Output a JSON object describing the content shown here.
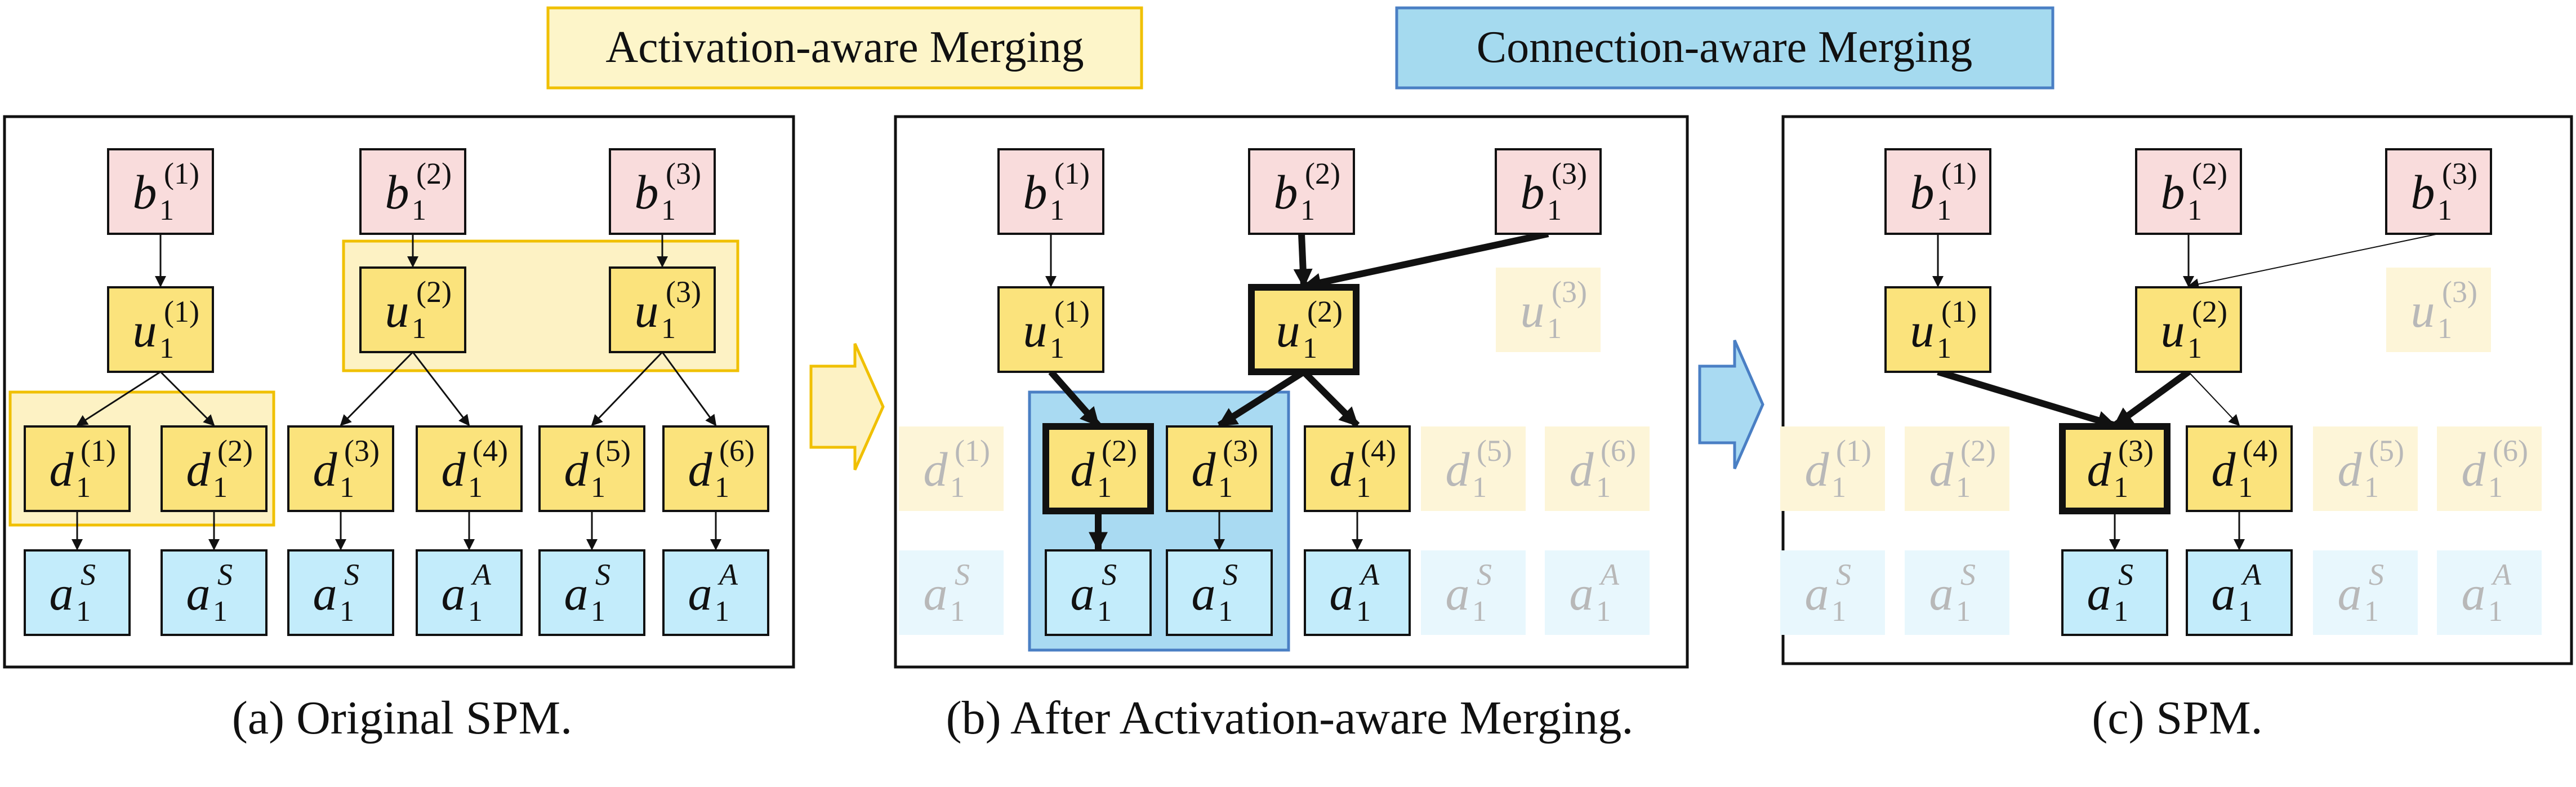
{
  "headers": {
    "activation": "Activation-aware Merging",
    "connection": "Connection-aware Merging"
  },
  "captions": {
    "a": "(a) Original SPM.",
    "b": "(b) After Activation-aware Merging.",
    "c": "(c) SPM."
  },
  "colors": {
    "b_fill": "#f9dcdc",
    "u_fill": "#fbe37c",
    "a_fill": "#c3ecfb",
    "group_yellow": "#fdf2c4",
    "group_yellow_stroke": "#f0c000",
    "group_blue": "#a9daf2",
    "group_blue_stroke": "#4a7fc4",
    "header_yellow": "#fdf5c9",
    "header_blue": "#a5daef",
    "faded_text": "#b8b8b8"
  },
  "panels": [
    {
      "id": "a",
      "nodes": [
        {
          "id": "b1",
          "t": "b",
          "sup": "(1)",
          "s": "normal"
        },
        {
          "id": "b2",
          "t": "b",
          "sup": "(2)",
          "s": "normal"
        },
        {
          "id": "b3",
          "t": "b",
          "sup": "(3)",
          "s": "normal"
        },
        {
          "id": "u1",
          "t": "u",
          "sup": "(1)",
          "s": "normal"
        },
        {
          "id": "u2",
          "t": "u",
          "sup": "(2)",
          "s": "normal"
        },
        {
          "id": "u3",
          "t": "u",
          "sup": "(3)",
          "s": "normal"
        },
        {
          "id": "d1",
          "t": "d",
          "sup": "(1)",
          "s": "normal"
        },
        {
          "id": "d2",
          "t": "d",
          "sup": "(2)",
          "s": "normal"
        },
        {
          "id": "d3",
          "t": "d",
          "sup": "(3)",
          "s": "normal"
        },
        {
          "id": "d4",
          "t": "d",
          "sup": "(4)",
          "s": "normal"
        },
        {
          "id": "d5",
          "t": "d",
          "sup": "(5)",
          "s": "normal"
        },
        {
          "id": "d6",
          "t": "d",
          "sup": "(6)",
          "s": "normal"
        },
        {
          "id": "a1",
          "t": "a",
          "sup": "S",
          "s": "normal"
        },
        {
          "id": "a2",
          "t": "a",
          "sup": "S",
          "s": "normal"
        },
        {
          "id": "a3",
          "t": "a",
          "sup": "S",
          "s": "normal"
        },
        {
          "id": "a4",
          "t": "a",
          "sup": "A",
          "s": "normal"
        },
        {
          "id": "a5",
          "t": "a",
          "sup": "S",
          "s": "normal"
        },
        {
          "id": "a6",
          "t": "a",
          "sup": "A",
          "s": "normal"
        }
      ],
      "edges": [
        [
          "b1",
          "u1",
          "n"
        ],
        [
          "b2",
          "u2",
          "n"
        ],
        [
          "b3",
          "u3",
          "n"
        ],
        [
          "u1",
          "d1",
          "n"
        ],
        [
          "u1",
          "d2",
          "n"
        ],
        [
          "u2",
          "d3",
          "n"
        ],
        [
          "u2",
          "d4",
          "n"
        ],
        [
          "u3",
          "d5",
          "n"
        ],
        [
          "u3",
          "d6",
          "n"
        ],
        [
          "d1",
          "a1",
          "n"
        ],
        [
          "d2",
          "a2",
          "n"
        ],
        [
          "d3",
          "a3",
          "n"
        ],
        [
          "d4",
          "a4",
          "n"
        ],
        [
          "d5",
          "a5",
          "n"
        ],
        [
          "d6",
          "a6",
          "n"
        ]
      ]
    },
    {
      "id": "b",
      "nodes": [
        {
          "id": "b1",
          "t": "b",
          "sup": "(1)",
          "s": "normal"
        },
        {
          "id": "b2",
          "t": "b",
          "sup": "(2)",
          "s": "normal"
        },
        {
          "id": "b3",
          "t": "b",
          "sup": "(3)",
          "s": "normal"
        },
        {
          "id": "u1",
          "t": "u",
          "sup": "(1)",
          "s": "normal"
        },
        {
          "id": "u2",
          "t": "u",
          "sup": "(2)",
          "s": "bold"
        },
        {
          "id": "u3",
          "t": "u",
          "sup": "(3)",
          "s": "faded"
        },
        {
          "id": "d1",
          "t": "d",
          "sup": "(1)",
          "s": "faded"
        },
        {
          "id": "d2",
          "t": "d",
          "sup": "(2)",
          "s": "bold"
        },
        {
          "id": "d3",
          "t": "d",
          "sup": "(3)",
          "s": "normal"
        },
        {
          "id": "d4",
          "t": "d",
          "sup": "(4)",
          "s": "normal"
        },
        {
          "id": "d5",
          "t": "d",
          "sup": "(5)",
          "s": "faded"
        },
        {
          "id": "d6",
          "t": "d",
          "sup": "(6)",
          "s": "faded"
        },
        {
          "id": "a1",
          "t": "a",
          "sup": "S",
          "s": "faded"
        },
        {
          "id": "a2",
          "t": "a",
          "sup": "S",
          "s": "normal"
        },
        {
          "id": "a3",
          "t": "a",
          "sup": "S",
          "s": "normal"
        },
        {
          "id": "a4",
          "t": "a",
          "sup": "A",
          "s": "normal"
        },
        {
          "id": "a5",
          "t": "a",
          "sup": "S",
          "s": "faded"
        },
        {
          "id": "a6",
          "t": "a",
          "sup": "A",
          "s": "faded"
        }
      ],
      "edges": [
        [
          "b1",
          "u1",
          "n"
        ],
        [
          "b2",
          "u2",
          "b"
        ],
        [
          "b3",
          "u2",
          "b"
        ],
        [
          "u1",
          "d2",
          "b"
        ],
        [
          "u2",
          "d3",
          "b"
        ],
        [
          "u2",
          "d4",
          "b"
        ],
        [
          "d2",
          "a2",
          "b"
        ],
        [
          "d3",
          "a3",
          "n"
        ],
        [
          "d4",
          "a4",
          "n"
        ]
      ]
    },
    {
      "id": "c",
      "nodes": [
        {
          "id": "b1",
          "t": "b",
          "sup": "(1)",
          "s": "normal"
        },
        {
          "id": "b2",
          "t": "b",
          "sup": "(2)",
          "s": "normal"
        },
        {
          "id": "b3",
          "t": "b",
          "sup": "(3)",
          "s": "normal"
        },
        {
          "id": "u1",
          "t": "u",
          "sup": "(1)",
          "s": "normal"
        },
        {
          "id": "u2",
          "t": "u",
          "sup": "(2)",
          "s": "normal"
        },
        {
          "id": "u3",
          "t": "u",
          "sup": "(3)",
          "s": "faded"
        },
        {
          "id": "d1",
          "t": "d",
          "sup": "(1)",
          "s": "faded"
        },
        {
          "id": "d2",
          "t": "d",
          "sup": "(2)",
          "s": "faded"
        },
        {
          "id": "d3",
          "t": "d",
          "sup": "(3)",
          "s": "bold"
        },
        {
          "id": "d4",
          "t": "d",
          "sup": "(4)",
          "s": "normal"
        },
        {
          "id": "d5",
          "t": "d",
          "sup": "(5)",
          "s": "faded"
        },
        {
          "id": "d6",
          "t": "d",
          "sup": "(6)",
          "s": "faded"
        },
        {
          "id": "a1",
          "t": "a",
          "sup": "S",
          "s": "faded"
        },
        {
          "id": "a2",
          "t": "a",
          "sup": "S",
          "s": "faded"
        },
        {
          "id": "a3",
          "t": "a",
          "sup": "S",
          "s": "normal"
        },
        {
          "id": "a4",
          "t": "a",
          "sup": "A",
          "s": "normal"
        },
        {
          "id": "a5",
          "t": "a",
          "sup": "S",
          "s": "faded"
        },
        {
          "id": "a6",
          "t": "a",
          "sup": "A",
          "s": "faded"
        }
      ],
      "edges": [
        [
          "b1",
          "u1",
          "n"
        ],
        [
          "b2",
          "u2",
          "n"
        ],
        [
          "b3",
          "u2",
          "t"
        ],
        [
          "u1",
          "d3",
          "b"
        ],
        [
          "u2",
          "d3",
          "b"
        ],
        [
          "u2",
          "d4",
          "t"
        ],
        [
          "d3",
          "a3",
          "n"
        ],
        [
          "d4",
          "a4",
          "n"
        ]
      ]
    }
  ]
}
